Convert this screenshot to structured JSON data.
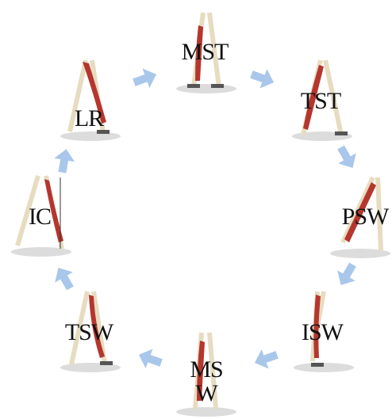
{
  "diagram": {
    "type": "cycle",
    "phases": [
      {
        "id": "mst",
        "label": "MST"
      },
      {
        "id": "tst",
        "label": "TST"
      },
      {
        "id": "psw",
        "label": "PSW"
      },
      {
        "id": "isw",
        "label": "ISW"
      },
      {
        "id": "msw",
        "label": "MS\nW"
      },
      {
        "id": "tsw",
        "label": "TSW"
      },
      {
        "id": "ic",
        "label": "IC"
      },
      {
        "id": "lr",
        "label": "LR"
      }
    ],
    "arrow_color": "#a9c7ea",
    "muscle_color": "#b5362e",
    "bone_color": "#e7dcc0",
    "floor_color": "#dcdcdc"
  }
}
